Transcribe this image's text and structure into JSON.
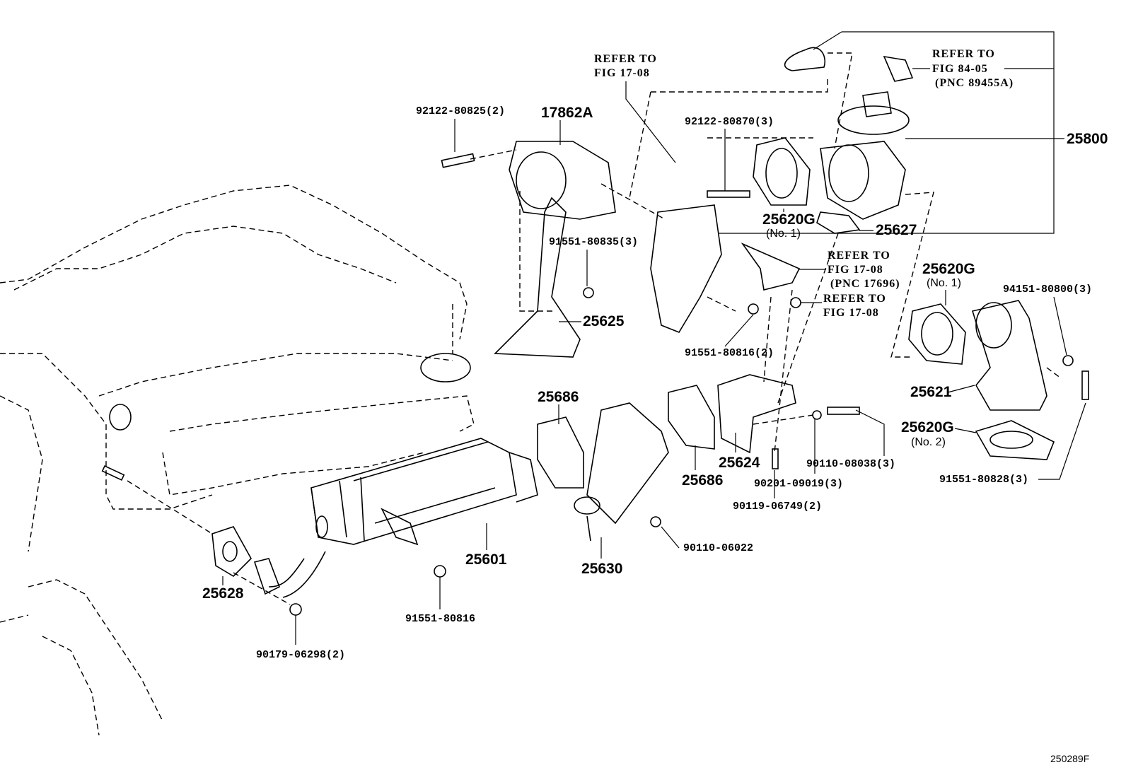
{
  "diagram": {
    "labels": {
      "refer_1": [
        "REFER TO",
        "FIG 17-08"
      ],
      "refer_2": [
        "REFER TO",
        "FIG 84-05",
        "(PNC 89455A)"
      ],
      "refer_3": [
        "REFER TO",
        "FIG 17-08",
        "(PNC 17696)"
      ],
      "refer_4": [
        "REFER TO",
        "FIG 17-08"
      ],
      "p92122_80825": "92122-80825(2)",
      "p17862A": "17862A",
      "p92122_80870": "92122-80870(3)",
      "p25800": "25800",
      "p25620G_a": "25620G",
      "p25620G_a_sub": "(No. 1)",
      "p25627": "25627",
      "p91551_80835": "91551-80835(3)",
      "p25620G_b": "25620G",
      "p25620G_b_sub": "(No. 1)",
      "p94151_80800": "94151-80800(3)",
      "p25625": "25625",
      "p91551_80816_2": "91551-80816(2)",
      "p25621": "25621",
      "p25686_a": "25686",
      "p25620G_c": "25620G",
      "p25620G_c_sub": "(No. 2)",
      "p25624": "25624",
      "p25686_b": "25686",
      "p90110_08038": "90110-08038(3)",
      "p90201_09019": "90201-09019(3)",
      "p91551_80828": "91551-80828(3)",
      "p90119_06749": "90119-06749(2)",
      "p25601": "25601",
      "p90110_06022": "90110-06022",
      "p25630": "25630",
      "p25628": "25628",
      "p91551_80816": "91551-80816",
      "p90179_06298": "90179-06298(2)"
    },
    "figure_id": "250289F"
  }
}
